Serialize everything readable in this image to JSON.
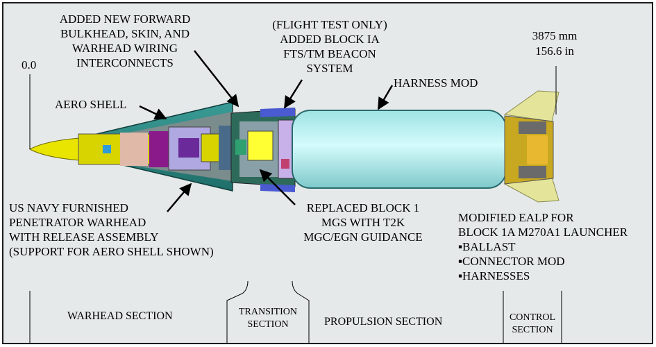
{
  "labels": {
    "forward_bulkhead": [
      "ADDED NEW FORWARD",
      "BULKHEAD, SKIN, AND",
      "WARHEAD WIRING",
      "INTERCONNECTS"
    ],
    "flight_test": [
      "(FLIGHT TEST ONLY)",
      "ADDED BLOCK IA",
      "FTS/TM BEACON",
      "SYSTEM"
    ],
    "length_mm": "3875 mm",
    "length_in": "156.6 in",
    "origin": "0.0",
    "harness_mod": "HARNESS MOD",
    "aero_shell": "AERO SHELL",
    "navy_warhead": [
      "US NAVY FURNISHED",
      "PENETRATOR WARHEAD",
      "WITH RELEASE ASSEMBLY",
      "(SUPPORT FOR AERO SHELL SHOWN)"
    ],
    "guidance": [
      "REPLACED BLOCK 1",
      "MGS WITH T2K",
      "MGC/EGN GUIDANCE"
    ],
    "ealp": [
      "MODIFIED EALP FOR",
      "BLOCK 1A M270A1 LAUNCHER"
    ],
    "ealp_items": [
      "▪BALLAST",
      "▪CONNECTOR MOD",
      "▪HARNESSES"
    ]
  },
  "sections": {
    "warhead": "WARHEAD SECTION",
    "transition": [
      "TRANSITION",
      "SECTION"
    ],
    "propulsion": "PROPULSION SECTION",
    "control": [
      "CONTROL",
      "SECTION"
    ]
  },
  "colors": {
    "background": "#e5e9e9",
    "shell": "#2f8f8a",
    "motor": "#b9f1f2",
    "nose": "#e9e400",
    "fin": "#e4e59a"
  }
}
